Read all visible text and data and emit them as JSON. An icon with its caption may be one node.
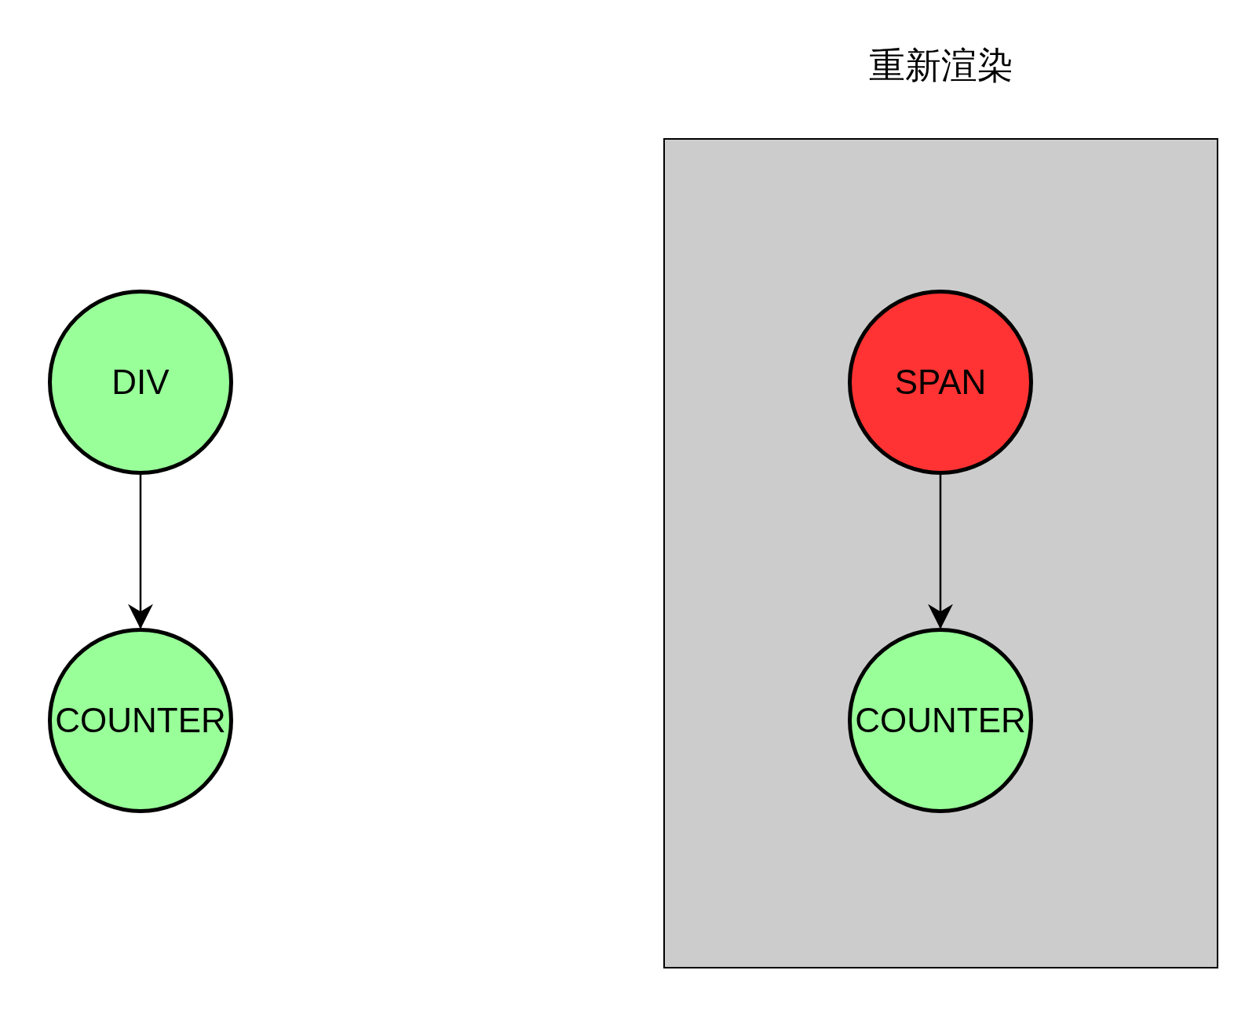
{
  "diagram": {
    "nodes": [
      {
        "text": [
          "DIV"
        ]
      },
      {
        "text": [
          "COUNTER"
        ]
      },
      {
        "text": [
          "重新渲染"
        ]
      },
      {
        "text": [
          "SPAN"
        ],
        "in": 2
      },
      {
        "text": [
          "COUNTER"
        ],
        "in": 2
      }
    ],
    "edges": [
      {
        "from": 0,
        "to": 1,
        "arrow": "to"
      },
      {
        "from": 3,
        "to": 4,
        "arrow": "to"
      }
    ]
  }
}
